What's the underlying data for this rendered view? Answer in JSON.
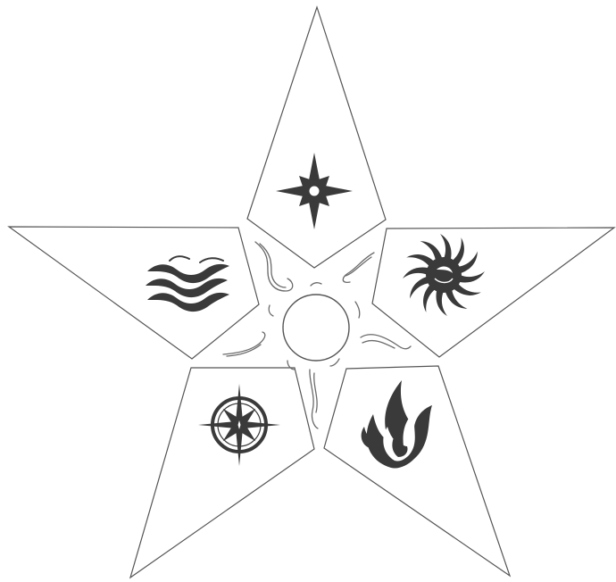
{
  "figure": {
    "symbols": [
      {
        "panel": "top",
        "icon": "eight-point-star-icon"
      },
      {
        "panel": "upper-right",
        "icon": "sun-icon"
      },
      {
        "panel": "lower-right",
        "icon": "flame-icon"
      },
      {
        "panel": "lower-left",
        "icon": "compass-icon"
      },
      {
        "panel": "upper-left",
        "icon": "water-waves-icon"
      }
    ],
    "center": {
      "icon": "hollow-circle-icon"
    },
    "colors": {
      "ink": "#3a3a3a",
      "outline": "#555555",
      "background": "#ffffff"
    }
  }
}
